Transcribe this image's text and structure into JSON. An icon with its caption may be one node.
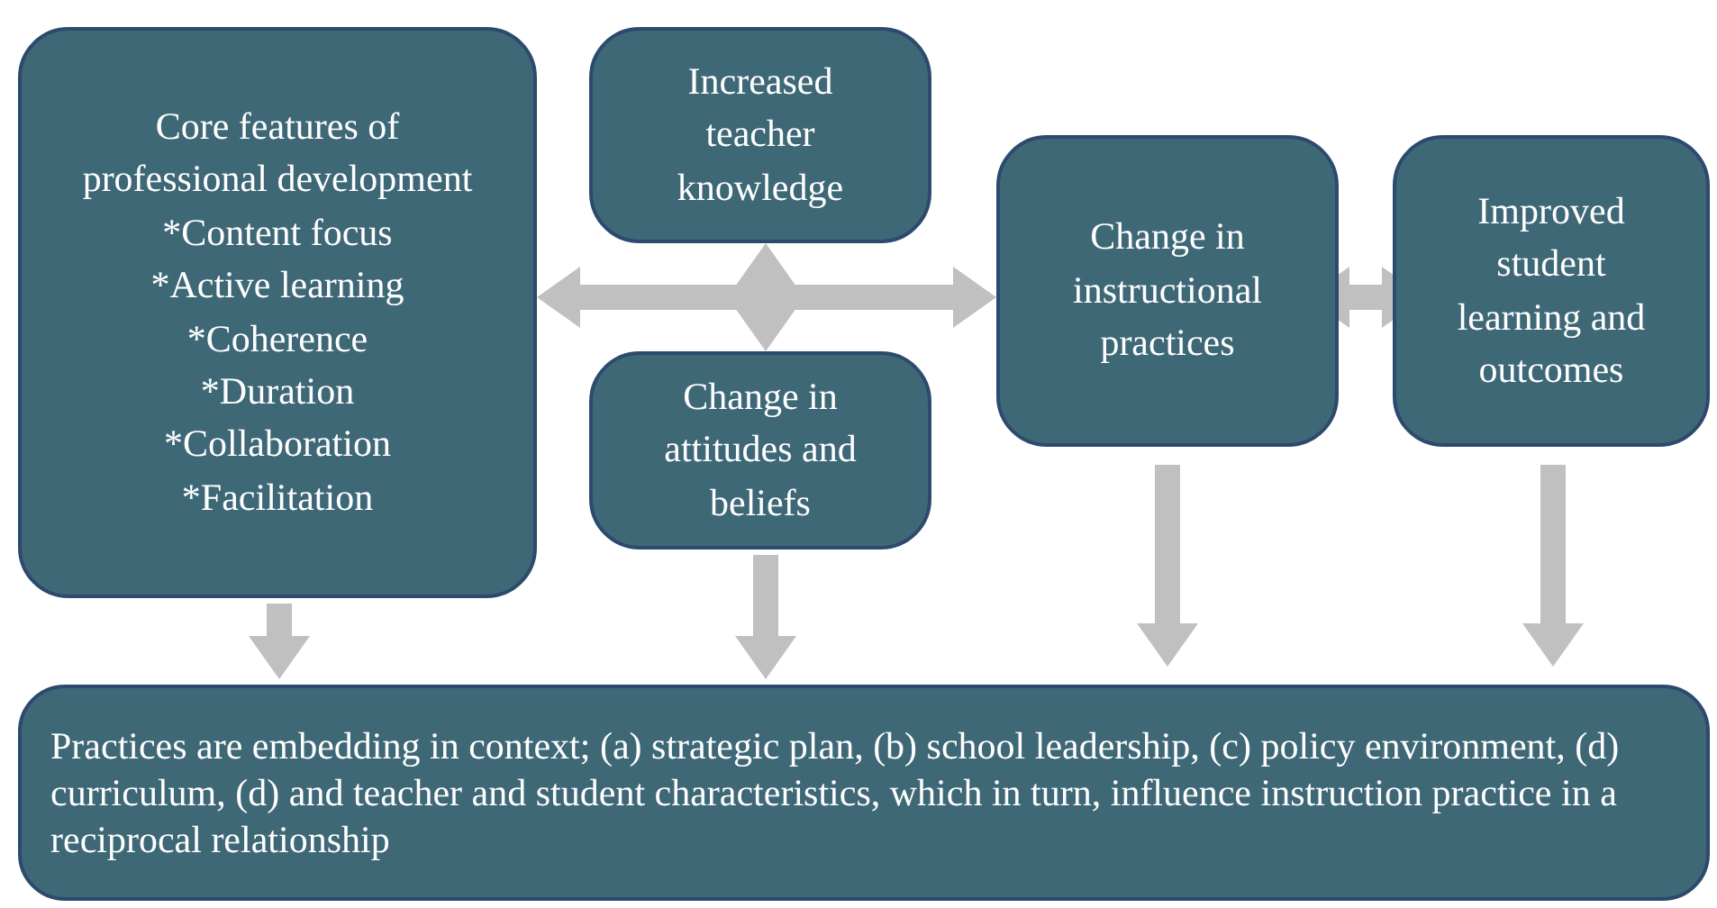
{
  "diagram": {
    "nodes": [
      {
        "text": [
          "Core features of professional development",
          "*Content focus",
          "*Active learning",
          "*Coherence",
          "*Duration",
          "*Collaboration",
          "*Facilitation"
        ]
      },
      {
        "text": [
          "Increased teacher knowledge"
        ]
      },
      {
        "text": [
          "Change in attitudes and beliefs"
        ]
      },
      {
        "text": [
          "Change in instructional practices"
        ]
      },
      {
        "text": [
          "Improved student learning and outcomes"
        ]
      },
      {
        "text": [
          "Practices are embedding in context; (a) strategic plan, (b) school leadership, (c) policy environment, (d) curriculum, (d) and teacher and student characteristics, which in turn, influence instruction practice in a reciprocal relationship"
        ]
      }
    ],
    "edges": [
      {
        "from": 0,
        "to": 3,
        "arrow": "both"
      },
      {
        "from": 1,
        "to": 2,
        "arrow": "both"
      },
      {
        "from": 3,
        "to": 4,
        "arrow": "both"
      },
      {
        "from": 0,
        "to": 5,
        "arrow": "to"
      },
      {
        "from": 2,
        "to": 5,
        "arrow": "to"
      },
      {
        "from": 3,
        "to": 5,
        "arrow": "to"
      },
      {
        "from": 4,
        "to": 5,
        "arrow": "to"
      }
    ]
  }
}
